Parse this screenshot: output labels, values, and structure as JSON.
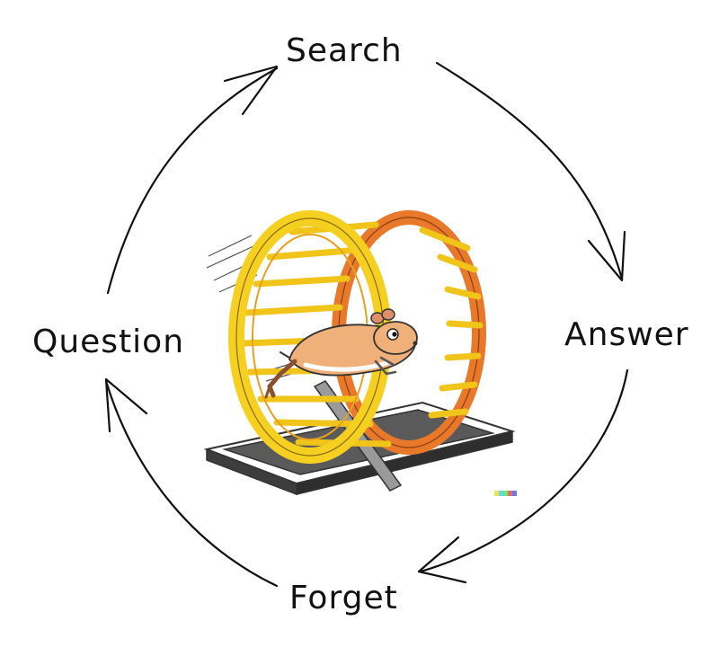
{
  "diagram": {
    "nodes": {
      "search": "Search",
      "answer": "Answer",
      "forget": "Forget",
      "question": "Question"
    },
    "cycle_order": [
      "Search",
      "Answer",
      "Forget",
      "Question"
    ],
    "illustration": "hamster-wheel",
    "colors": {
      "ink": "#111111",
      "wheel_yellow": "#f5d020",
      "wheel_orange": "#e8782a",
      "hamster_fur": "#e8a46b",
      "base_gray": "#4a4a4a"
    }
  }
}
